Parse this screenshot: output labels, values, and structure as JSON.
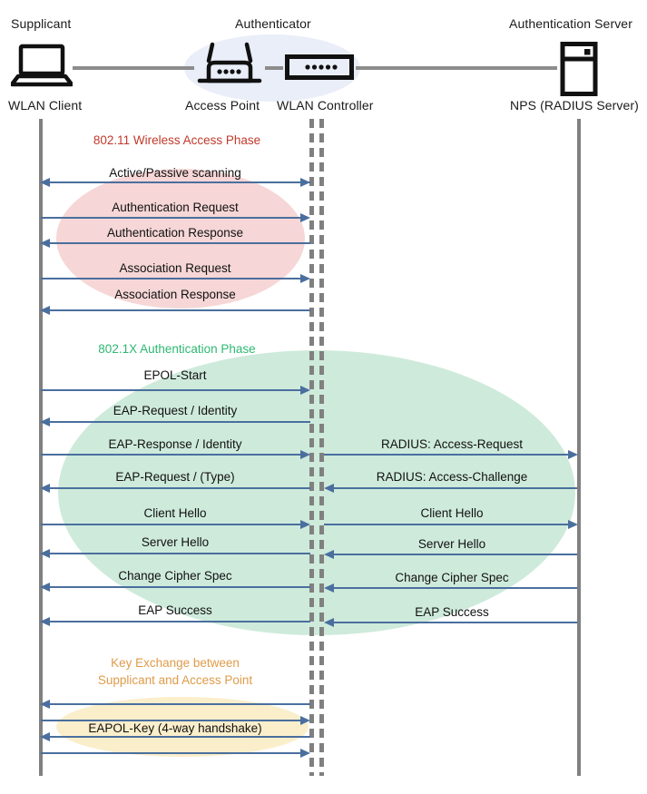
{
  "diagram": {
    "title": "802.1X / WPA2-Enterprise WLAN authentication sequence",
    "colors": {
      "phase_80211": "#c0392b",
      "phase_8021x": "#2eb872",
      "phase_key": "#e09b4a",
      "arrow": "#4a6f9e",
      "lifeline": "#808080",
      "blob_80211": "#f6d6d6",
      "blob_8021x": "#ceeadb",
      "blob_key": "#fbeecb",
      "blob_authenticator": "#e9eef8"
    }
  },
  "actors": [
    {
      "role": "Supplicant",
      "device": "WLAN Client",
      "icon": "laptop-icon"
    },
    {
      "role": "Authenticator",
      "device": "Access Point",
      "icon": "access-point-icon"
    },
    {
      "role": "",
      "device": "WLAN Controller",
      "icon": "wlan-controller-icon"
    },
    {
      "role": "Authentication Server",
      "device": "NPS (RADIUS Server)",
      "icon": "server-icon"
    }
  ],
  "phases": [
    {
      "id": "phase-80211",
      "label": "802.11 Wireless Access Phase",
      "messages": [
        {
          "text": "Active/Passive scanning",
          "side": "left",
          "dir": "both"
        },
        {
          "text": "Authentication Request",
          "side": "left",
          "dir": "right"
        },
        {
          "text": "Authentication Response",
          "side": "left",
          "dir": "left"
        },
        {
          "text": "Association Request",
          "side": "left",
          "dir": "right"
        },
        {
          "text": "Association Response",
          "side": "left",
          "dir": "left"
        }
      ]
    },
    {
      "id": "phase-8021x",
      "label": "802.1X Authentication Phase",
      "messages": [
        {
          "text": "EPOL-Start",
          "side": "left",
          "dir": "right"
        },
        {
          "text": "EAP-Request / Identity",
          "side": "left",
          "dir": "left"
        },
        {
          "text": "EAP-Response / Identity",
          "side": "left",
          "dir": "right"
        },
        {
          "text": "RADIUS: Access-Request",
          "side": "right",
          "dir": "right"
        },
        {
          "text": "EAP-Request / (Type)",
          "side": "left",
          "dir": "left"
        },
        {
          "text": "RADIUS: Access-Challenge",
          "side": "right",
          "dir": "left"
        },
        {
          "text": "Client Hello",
          "side": "left",
          "dir": "right"
        },
        {
          "text": "Client Hello",
          "side": "right",
          "dir": "right"
        },
        {
          "text": "Server Hello",
          "side": "left",
          "dir": "left"
        },
        {
          "text": "Server Hello",
          "side": "right",
          "dir": "left"
        },
        {
          "text": "Change Cipher Spec",
          "side": "left",
          "dir": "left"
        },
        {
          "text": "Change Cipher Spec",
          "side": "right",
          "dir": "left"
        },
        {
          "text": "EAP Success",
          "side": "left",
          "dir": "left"
        },
        {
          "text": "EAP Success",
          "side": "right",
          "dir": "left"
        }
      ]
    },
    {
      "id": "phase-key",
      "label": "Key Exchange between\nSupplicant and Access Point",
      "label_line1": "Key Exchange between",
      "label_line2": "Supplicant and Access Point",
      "messages": [
        {
          "text": "EAPOL-Key (4-way handshake)",
          "side": "left",
          "dir": "left"
        }
      ]
    }
  ],
  "labels": {
    "l_supplicant": "Supplicant",
    "l_authenticator": "Authenticator",
    "l_auth_server": "Authentication Server",
    "c_wlan_client": "WLAN Client",
    "c_access_point": "Access Point",
    "c_wlan_controller": "WLAN Controller",
    "c_nps": "NPS (RADIUS Server)",
    "phase1": "802.11 Wireless Access Phase",
    "phase2": "802.1X Authentication Phase",
    "phase3a": "Key Exchange between",
    "phase3b": "Supplicant and Access Point",
    "m1": "Active/Passive scanning",
    "m2": "Authentication Request",
    "m3": "Authentication Response",
    "m4": "Association Request",
    "m5": "Association Response",
    "m6": "EPOL-Start",
    "m7": "EAP-Request / Identity",
    "m8": "EAP-Response / Identity",
    "m9": "RADIUS: Access-Request",
    "m10": "EAP-Request / (Type)",
    "m11": "RADIUS: Access-Challenge",
    "m12": "Client Hello",
    "m13": "Client Hello",
    "m14": "Server Hello",
    "m15": "Server Hello",
    "m16": "Change Cipher Spec",
    "m17": "Change Cipher Spec",
    "m18": "EAP Success",
    "m19": "EAP Success",
    "m20": "EAPOL-Key (4-way handshake)"
  }
}
